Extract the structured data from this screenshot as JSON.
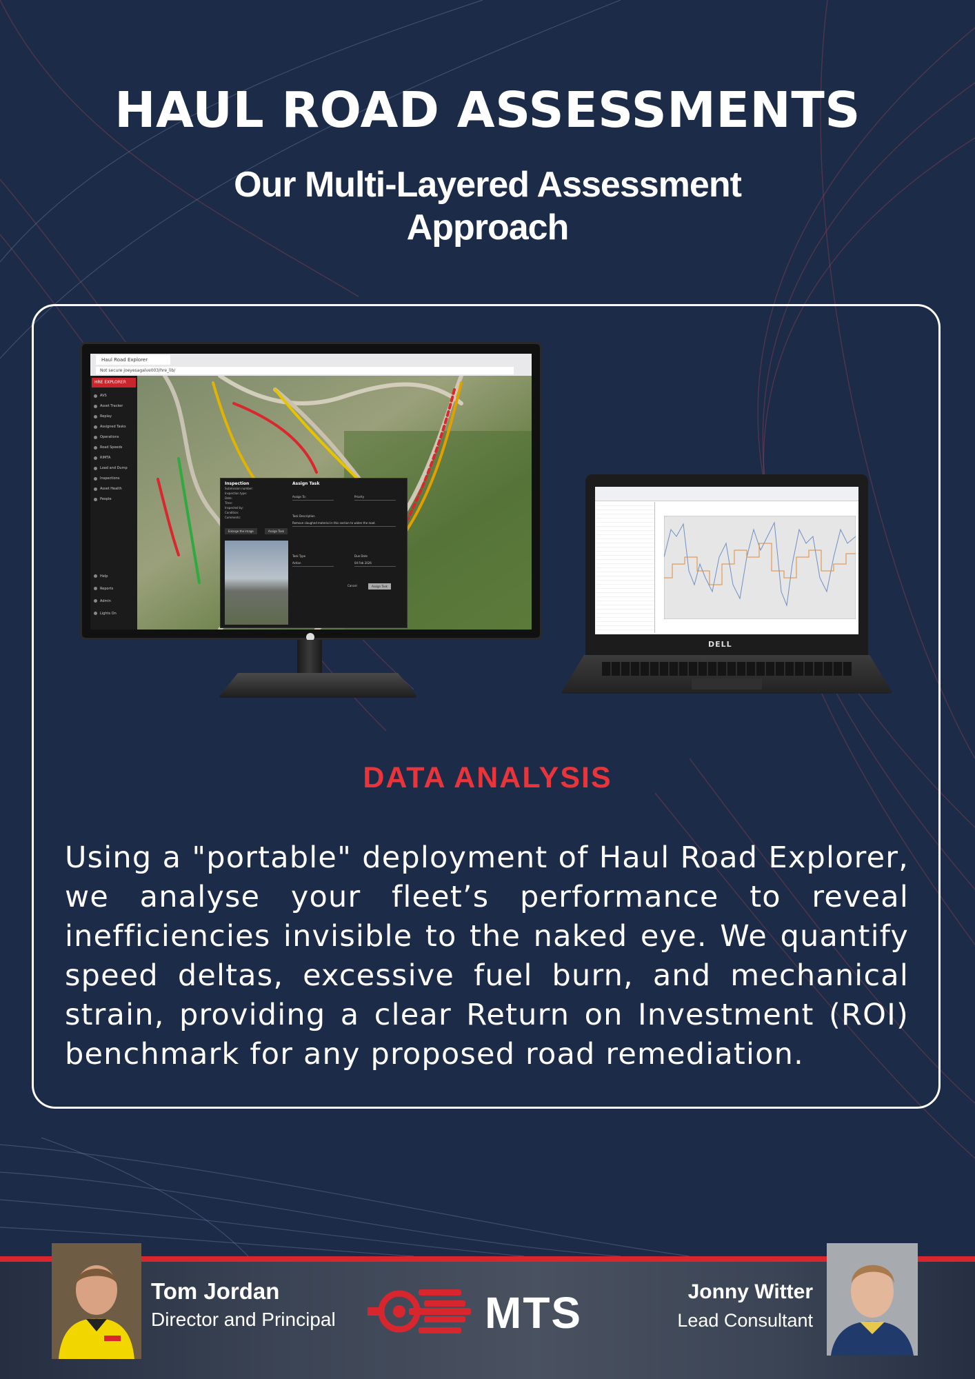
{
  "header": {
    "title": "HAUL ROAD ASSESSMENTS",
    "subtitle": "Our Multi-Layered Assessment Approach"
  },
  "monitor_screen": {
    "browser_tab": "Haul Road Explorer",
    "address": "Not secure   joeyesagalve003/hre_lib/",
    "app_logo": "HRE EXPLORER",
    "menu_items": [
      "AVS",
      "Asset Tracker",
      "Replay",
      "Assigned Tasks",
      "Operations",
      "Road Speeds",
      "RIMTA",
      "Load and Dump",
      "Inspections",
      "Asset Health",
      "People"
    ],
    "menu_bottom": [
      "Help",
      "Reports",
      "Admin",
      "Lights On"
    ],
    "dialog": {
      "left_title": "Inspection",
      "left_rows": [
        "Submission number:",
        "Inspection type:",
        "Date:",
        "Time:",
        "Inspected by:",
        "Condition:",
        "Comments:"
      ],
      "enlarge_button": "Enlarge the image",
      "assign_task_tab": "Assign Task",
      "right_title": "Assign Task",
      "assign_to_label": "Assign To:",
      "priority_label": "Priority",
      "task_description_label": "Task Description",
      "task_description_value": "Remove sloughed material in this section to widen the road.",
      "task_type_label": "Task Type",
      "task_type_value": "Action",
      "due_date_label": "Due Date",
      "due_date_value": "04 Feb 2026",
      "cancel_label": "Cancel",
      "assign_label": "Assign Task"
    }
  },
  "laptop": {
    "brand": "DELL",
    "chart_colors": {
      "line_a": "#6f8fc4",
      "line_b": "#e08a3c"
    }
  },
  "section": {
    "heading": "DATA ANALYSIS",
    "body": "Using a \"portable\" deployment of Haul Road Explorer, we analyse your fleet’s performance to reveal inefficiencies invisible to the naked eye. We quantify speed deltas, excessive fuel burn, and mechanical strain, providing a clear Return on Investment (ROI) benchmark for any proposed road remediation."
  },
  "footer": {
    "left_person": {
      "name": "Tom Jordan",
      "role": "Director and Principal"
    },
    "right_person": {
      "name": "Jonny Witter",
      "role": "Lead Consultant"
    },
    "logo_text": "MTS",
    "brand_color": "#d7262d"
  },
  "colors": {
    "background": "#1c2b47",
    "accent": "#e8353b",
    "text": "#ffffff"
  }
}
